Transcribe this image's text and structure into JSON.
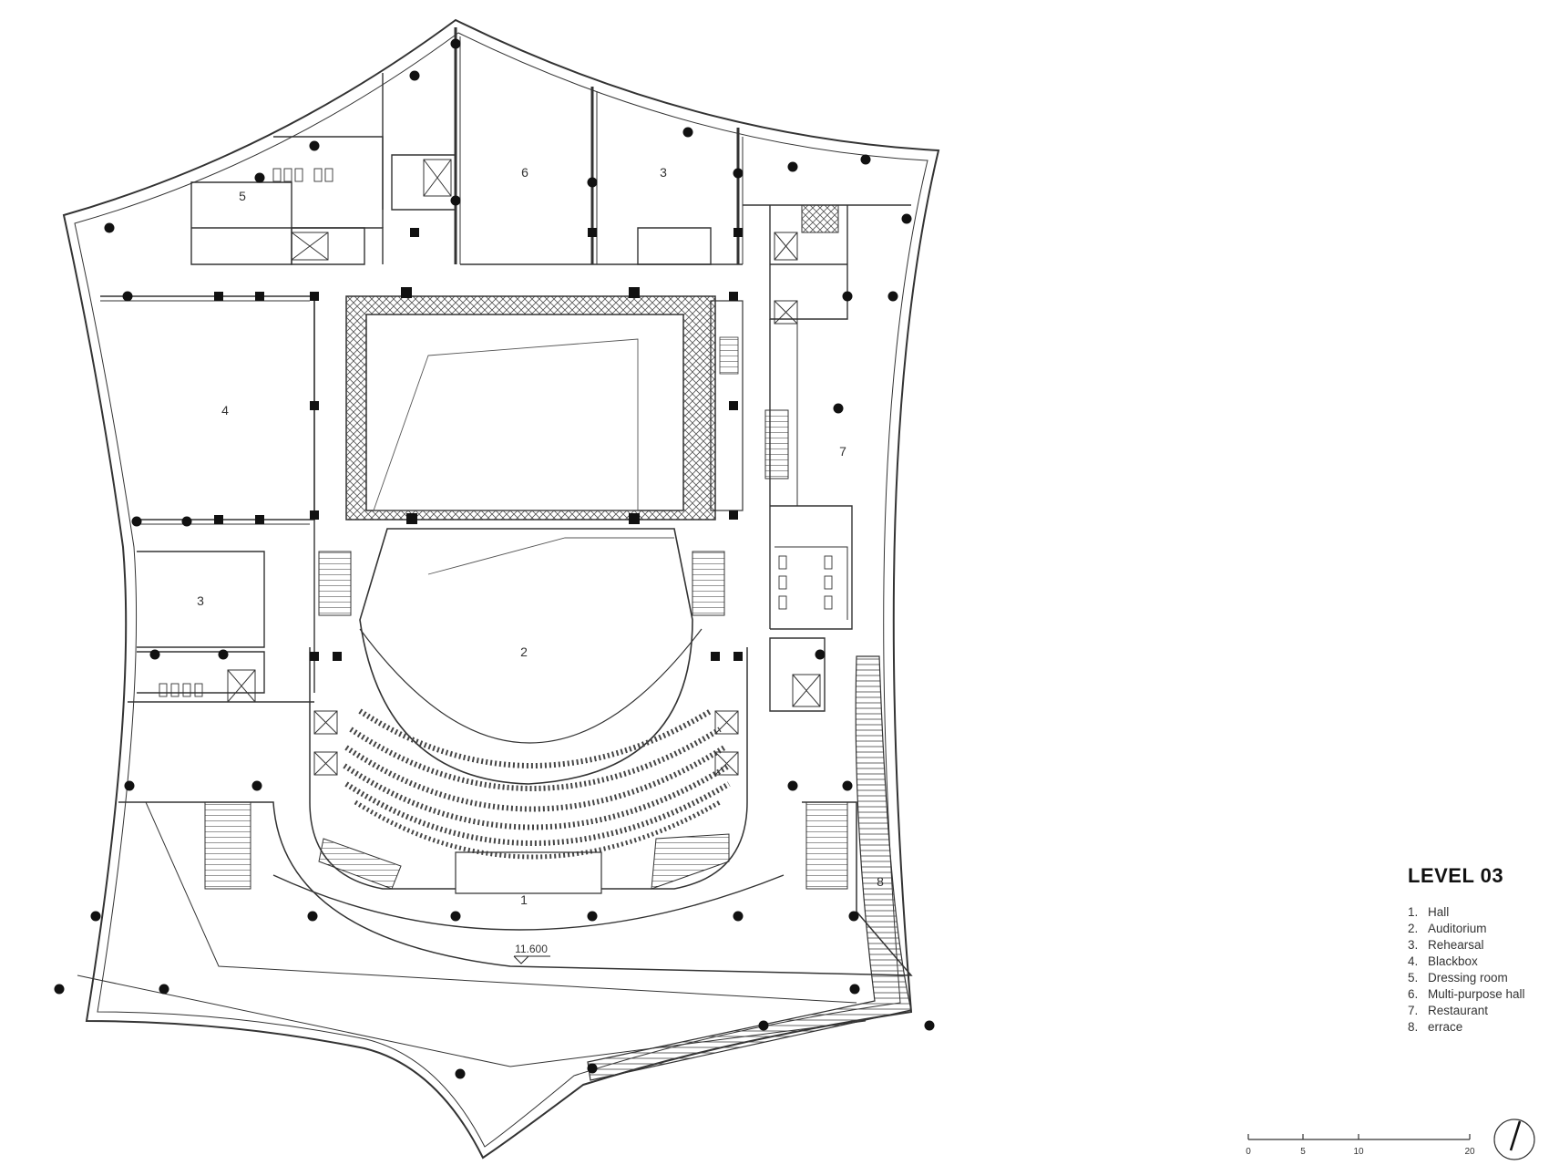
{
  "plan": {
    "rooms": [
      {
        "num": "1",
        "label": "1"
      },
      {
        "num": "2",
        "label": "2"
      },
      {
        "num": "3",
        "label": "3"
      },
      {
        "num": "3",
        "label": "3"
      },
      {
        "num": "4",
        "label": "4"
      },
      {
        "num": "5",
        "label": "5"
      },
      {
        "num": "6",
        "label": "6"
      },
      {
        "num": "7",
        "label": "7"
      },
      {
        "num": "8",
        "label": "8"
      }
    ],
    "elevation": "11.600"
  },
  "legend": {
    "title": "LEVEL 03",
    "items": [
      {
        "num": "1.",
        "name": "Hall"
      },
      {
        "num": "2.",
        "name": "Auditorium"
      },
      {
        "num": "3.",
        "name": "Rehearsal"
      },
      {
        "num": "4.",
        "name": "Blackbox"
      },
      {
        "num": "5.",
        "name": "Dressing room"
      },
      {
        "num": "6.",
        "name": "Multi-purpose hall"
      },
      {
        "num": "7.",
        "name": "Restaurant"
      },
      {
        "num": "8.",
        "name": "errace"
      }
    ]
  },
  "scale_bar": {
    "ticks": [
      "0",
      "5",
      "10",
      "20"
    ]
  },
  "north_arrow": {
    "icon": "north-arrow-icon"
  }
}
